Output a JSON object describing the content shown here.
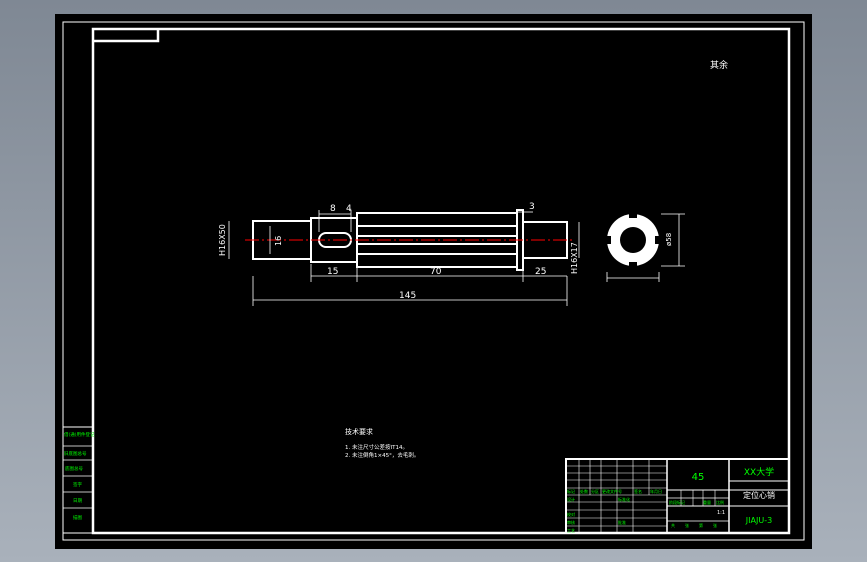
{
  "drawing": {
    "roughness_note": "其余",
    "part_name": "定位心销",
    "material": "45",
    "school": "XX大学",
    "drawing_no": "JIAJU-3",
    "scale": "1:1",
    "tech_req_title": "技术要求",
    "tech_req_items": [
      "1. 未注尺寸公差按IT14。",
      "2. 未注倒角1×45°，去毛刺。"
    ],
    "dimensions": {
      "overall_length": "145",
      "left_seg": "15",
      "mid_seg": "70",
      "right_seg": "25",
      "slot_len": "8",
      "slot_pos": "4",
      "shoulder": "3",
      "left_dia": "H16X50",
      "right_dia": "H16X17",
      "bore": "16",
      "section_dia": "ø58"
    },
    "left_margin_labels": [
      "借(通)用件登记",
      "旧底图总号",
      "底图总号",
      "签字",
      "日期",
      "描图"
    ],
    "title_block": {
      "row_labels": [
        "标记",
        "处数",
        "分区",
        "更改文件号",
        "签名",
        "年月日"
      ],
      "role_labels": [
        "设计",
        "校对",
        "审核",
        "工艺"
      ],
      "std_label": "标准化",
      "approve_label": "批准",
      "stage_labels": [
        "阶段标记",
        "重量",
        "比例"
      ],
      "sheet_labels": [
        "共",
        "张",
        "第",
        "张"
      ]
    }
  },
  "colors": {
    "background": "#000000",
    "lines": "#ffffff",
    "accent": "#00ff00",
    "centerline": "#ff0000",
    "frame_bg": "#8c96a0"
  }
}
